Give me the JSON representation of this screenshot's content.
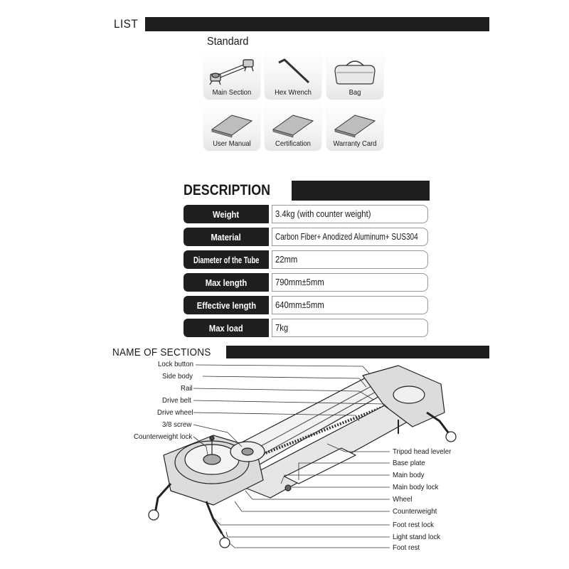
{
  "list": {
    "heading": "LIST",
    "standard_label": "Standard",
    "items": [
      {
        "label": "Main Section",
        "icon": "slider-icon"
      },
      {
        "label": "Hex Wrench",
        "icon": "hex-wrench-icon"
      },
      {
        "label": "Bag",
        "icon": "bag-icon"
      },
      {
        "label": "User Manual",
        "icon": "booklet-icon"
      },
      {
        "label": "Certification",
        "icon": "booklet-icon"
      },
      {
        "label": "Warranty Card",
        "icon": "booklet-icon"
      }
    ]
  },
  "description": {
    "heading": "DESCRIPTION",
    "rows": [
      {
        "key": "Weight",
        "value": "3.4kg (with counter weight)"
      },
      {
        "key": "Material",
        "value": "Carbon Fiber+ Anodized Aluminum+ SUS304"
      },
      {
        "key": "Diameter of the Tube",
        "value": "22mm"
      },
      {
        "key": "Max length",
        "value": "790mm±5mm"
      },
      {
        "key": "Effective length",
        "value": "640mm±5mm"
      },
      {
        "key": "Max load",
        "value": "7kg"
      }
    ]
  },
  "sections": {
    "heading": "NAME OF SECTIONS",
    "left_labels": [
      "Lock button",
      "Side body",
      "Rail",
      "Drive belt",
      "Drive wheel",
      "3/8 screw",
      "Counterweight lock"
    ],
    "right_labels": [
      "Tripod head leveler",
      "Base plate",
      "Main body",
      "Main body lock",
      "Wheel",
      "Counterweight",
      "Foot rest lock",
      "Light stand lock",
      "Foot rest"
    ]
  }
}
